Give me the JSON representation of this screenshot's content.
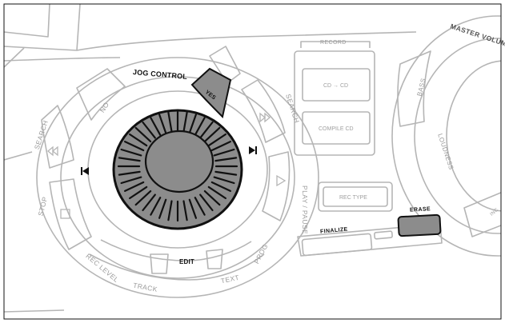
{
  "labels": {
    "jog_control": "JOG CONTROL",
    "yes": "YES",
    "no": "NO",
    "search_left": "SEARCH",
    "search_right": "SEARCH",
    "stop": "STOP",
    "rec_level": "REC LEVEL",
    "track": "TRACK",
    "edit": "EDIT",
    "text": "TEXT",
    "prog": "PROG",
    "play_pause": "PLAY / PAUSE",
    "record": "RECORD",
    "cd_to_cd": "CD → CD",
    "compile_cd": "COMPILE CD",
    "rec_type": "REC TYPE",
    "finalize": "FINALIZE",
    "erase": "ERASE",
    "bass": "BASS",
    "loudness": "LOUDNESS",
    "master_volume": "MASTER VOLUME",
    "inc": "INC"
  },
  "colors": {
    "line": "#b5b5b5",
    "highlight_fill": "#8c8c8c",
    "highlight_stroke": "#111111",
    "background": "#ffffff"
  }
}
